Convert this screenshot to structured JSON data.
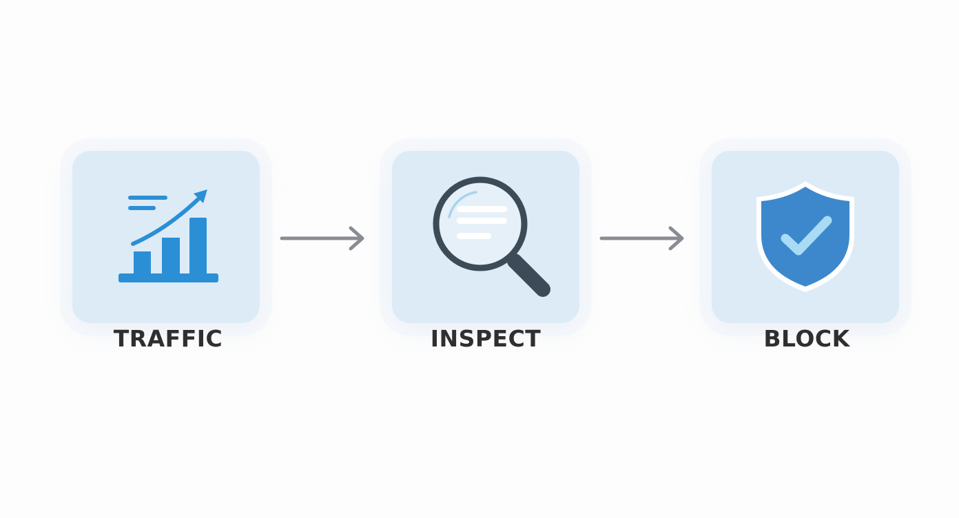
{
  "steps": [
    {
      "label": "TRAFFIC",
      "icon": "traffic-growth-chart-icon"
    },
    {
      "label": "INSPECT",
      "icon": "magnifying-glass-icon"
    },
    {
      "label": "BLOCK",
      "icon": "shield-check-icon"
    }
  ],
  "connectors": [
    "arrow-right-icon",
    "arrow-right-icon"
  ],
  "colors": {
    "tile_background": "#ddebf7",
    "accent_blue": "#2b8fd6",
    "shield_blue": "#3d88cc",
    "magnifier_dark": "#3d4a57",
    "arrow_gray": "#8a8c93",
    "label_text": "#2f2f2f"
  }
}
